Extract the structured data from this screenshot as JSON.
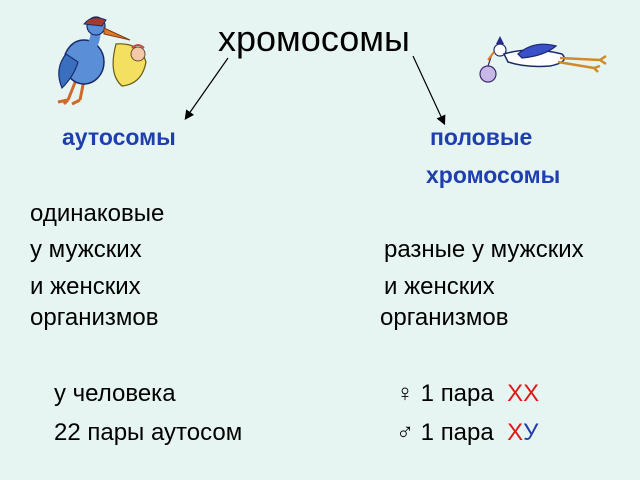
{
  "title": "хромосомы",
  "autosomes": {
    "heading": "аутосомы",
    "lines": [
      "одинаковые",
      "у мужских",
      "и женских",
      "организмов"
    ],
    "human_label": "у человека",
    "pairs": "22 пары аутосом"
  },
  "sex": {
    "heading_line1": "половые",
    "heading_line2": "хромосомы",
    "lines": [
      "разные у мужских",
      "и женских",
      "организмов"
    ],
    "female_symbol": "♀",
    "male_symbol": "♂",
    "pair_text": "1 пара",
    "female_x1": "Х",
    "female_x2": "Х",
    "male_x": "Х",
    "male_y": "У"
  },
  "icons": {
    "left": "stork-with-baby-icon",
    "right": "flying-stork-icon"
  },
  "colors": {
    "heading": "#1f3fae",
    "x_chromosome": "#e01818",
    "y_chromosome": "#1f3fae"
  }
}
